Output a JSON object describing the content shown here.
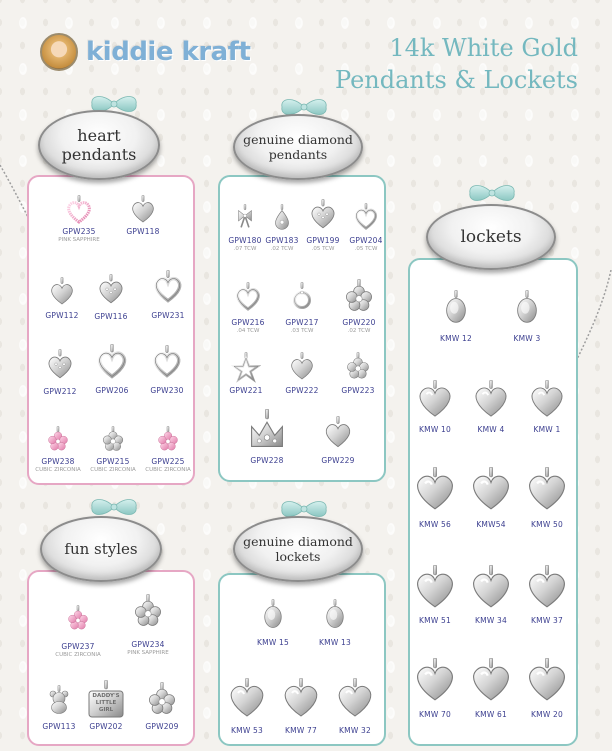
{
  "brand": {
    "name": "kiddie kraft"
  },
  "title": {
    "line1": "14k White Gold",
    "line2": "Pendants & Lockets"
  },
  "colors": {
    "pink_border": "#e6a7c4",
    "teal_border": "#8cc7c2",
    "code_text": "#3b3e8f",
    "title_text": "#74b8bf",
    "ribbon": "#a8d8d4"
  },
  "sections": {
    "heart_pendants": {
      "title_line1": "heart",
      "title_line2": "pendants",
      "items": [
        {
          "code": "GPW235",
          "sub": "PINK SAPPHIRE",
          "shape": "heart-pink"
        },
        {
          "code": "GPW118",
          "sub": "",
          "shape": "heart"
        },
        {
          "code": "GPW112",
          "sub": "",
          "shape": "heart"
        },
        {
          "code": "GPW116",
          "sub": "",
          "shape": "heart-dots"
        },
        {
          "code": "GPW231",
          "sub": "",
          "shape": "heart-open"
        },
        {
          "code": "GPW212",
          "sub": "",
          "shape": "heart-dots"
        },
        {
          "code": "GPW206",
          "sub": "",
          "shape": "heart-open"
        },
        {
          "code": "GPW230",
          "sub": "",
          "shape": "heart-open"
        },
        {
          "code": "GPW238",
          "sub": "CUBIC ZIRCONIA",
          "shape": "flower-pink"
        },
        {
          "code": "GPW215",
          "sub": "CUBIC ZIRCONIA",
          "shape": "flower"
        },
        {
          "code": "GPW225",
          "sub": "CUBIC ZIRCONIA",
          "shape": "flower-pink"
        }
      ]
    },
    "genuine_diamond_pendants": {
      "title_line1": "genuine diamond",
      "title_line2": "pendants",
      "items": [
        {
          "code": "GPW180",
          "sub": ".07 TCW",
          "shape": "bow"
        },
        {
          "code": "GPW183",
          "sub": ".02 TCW",
          "shape": "teardrop"
        },
        {
          "code": "GPW199",
          "sub": ".05 TCW",
          "shape": "heart-dots"
        },
        {
          "code": "GPW204",
          "sub": ".05 TCW",
          "shape": "heart-open"
        },
        {
          "code": "GPW216",
          "sub": ".04 TCW",
          "shape": "heart-open"
        },
        {
          "code": "GPW217",
          "sub": ".03 TCW",
          "shape": "ring"
        },
        {
          "code": "GPW220",
          "sub": ".02 TCW",
          "shape": "flower"
        },
        {
          "code": "GPW221",
          "sub": "",
          "shape": "star"
        },
        {
          "code": "GPW222",
          "sub": "",
          "shape": "heart"
        },
        {
          "code": "GPW223",
          "sub": "",
          "shape": "flower"
        },
        {
          "code": "GPW228",
          "sub": "",
          "shape": "crown"
        },
        {
          "code": "GPW229",
          "sub": "",
          "shape": "heart"
        }
      ]
    },
    "lockets": {
      "title": "lockets",
      "items": [
        {
          "code": "KMW 12",
          "shape": "oval-locket"
        },
        {
          "code": "KMW  3",
          "shape": "oval-locket"
        },
        {
          "code": "KMW 10",
          "shape": "heart-locket"
        },
        {
          "code": "KMW  4",
          "shape": "heart-locket"
        },
        {
          "code": "KMW  1",
          "shape": "heart-locket"
        },
        {
          "code": "KMW 56",
          "shape": "heart-locket"
        },
        {
          "code": "KMW54",
          "shape": "heart-locket"
        },
        {
          "code": "KMW 50",
          "shape": "heart-locket"
        },
        {
          "code": "KMW 51",
          "shape": "heart-locket"
        },
        {
          "code": "KMW 34",
          "shape": "heart-locket"
        },
        {
          "code": "KMW 37",
          "shape": "heart-locket"
        },
        {
          "code": "KMW 70",
          "shape": "heart-locket"
        },
        {
          "code": "KMW 61",
          "shape": "heart-locket"
        },
        {
          "code": "KMW 20",
          "shape": "heart-locket"
        }
      ]
    },
    "fun_styles": {
      "title": "fun styles",
      "items": [
        {
          "code": "GPW237",
          "sub": "CUBIC ZIRCONIA",
          "shape": "flower-pink"
        },
        {
          "code": "GPW234",
          "sub": "PINK SAPPHIRE",
          "shape": "flower"
        },
        {
          "code": "GPW113",
          "sub": "",
          "shape": "bear"
        },
        {
          "code": "GPW202",
          "sub": "",
          "shape": "plaque"
        },
        {
          "code": "GPW209",
          "sub": "",
          "shape": "flower"
        }
      ],
      "plaque_text": [
        "DADDY'S",
        "LITTLE",
        "GIRL"
      ]
    },
    "genuine_diamond_lockets": {
      "title_line1": "genuine diamond",
      "title_line2": "lockets",
      "items": [
        {
          "code": "KMW 15",
          "shape": "oval-locket"
        },
        {
          "code": "KMW 13",
          "shape": "oval-locket"
        },
        {
          "code": "KMW 53",
          "shape": "heart-locket"
        },
        {
          "code": "KMW  77",
          "shape": "heart-locket"
        },
        {
          "code": "KMW  32",
          "shape": "heart-locket"
        }
      ]
    }
  }
}
